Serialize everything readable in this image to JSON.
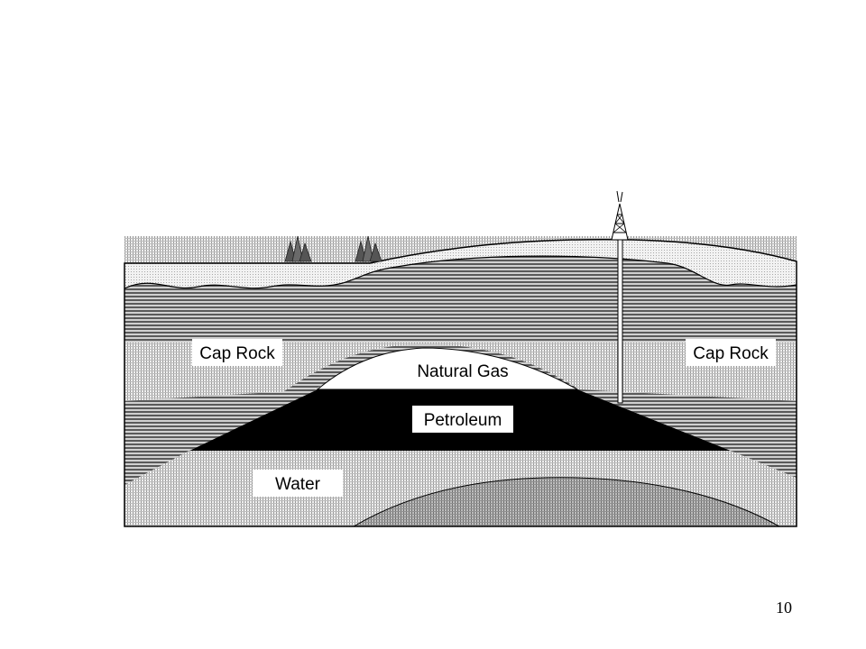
{
  "diagram": {
    "labels": {
      "cap_rock_left": "Cap Rock",
      "cap_rock_right": "Cap Rock",
      "natural_gas": "Natural Gas",
      "petroleum": "Petroleum",
      "water": "Water"
    },
    "colors": {
      "stripe_layer": "#6a6a6a",
      "dotted_layer": "#c8c8c8",
      "surface_soil": "#e6e6e6",
      "petroleum_fill": "#000000",
      "gas_fill": "#ffffff",
      "label_box": "#ffffff",
      "trees": "#555555"
    },
    "icons": [
      "tree-icon",
      "drilling-rig-icon"
    ]
  },
  "page_number": "10"
}
